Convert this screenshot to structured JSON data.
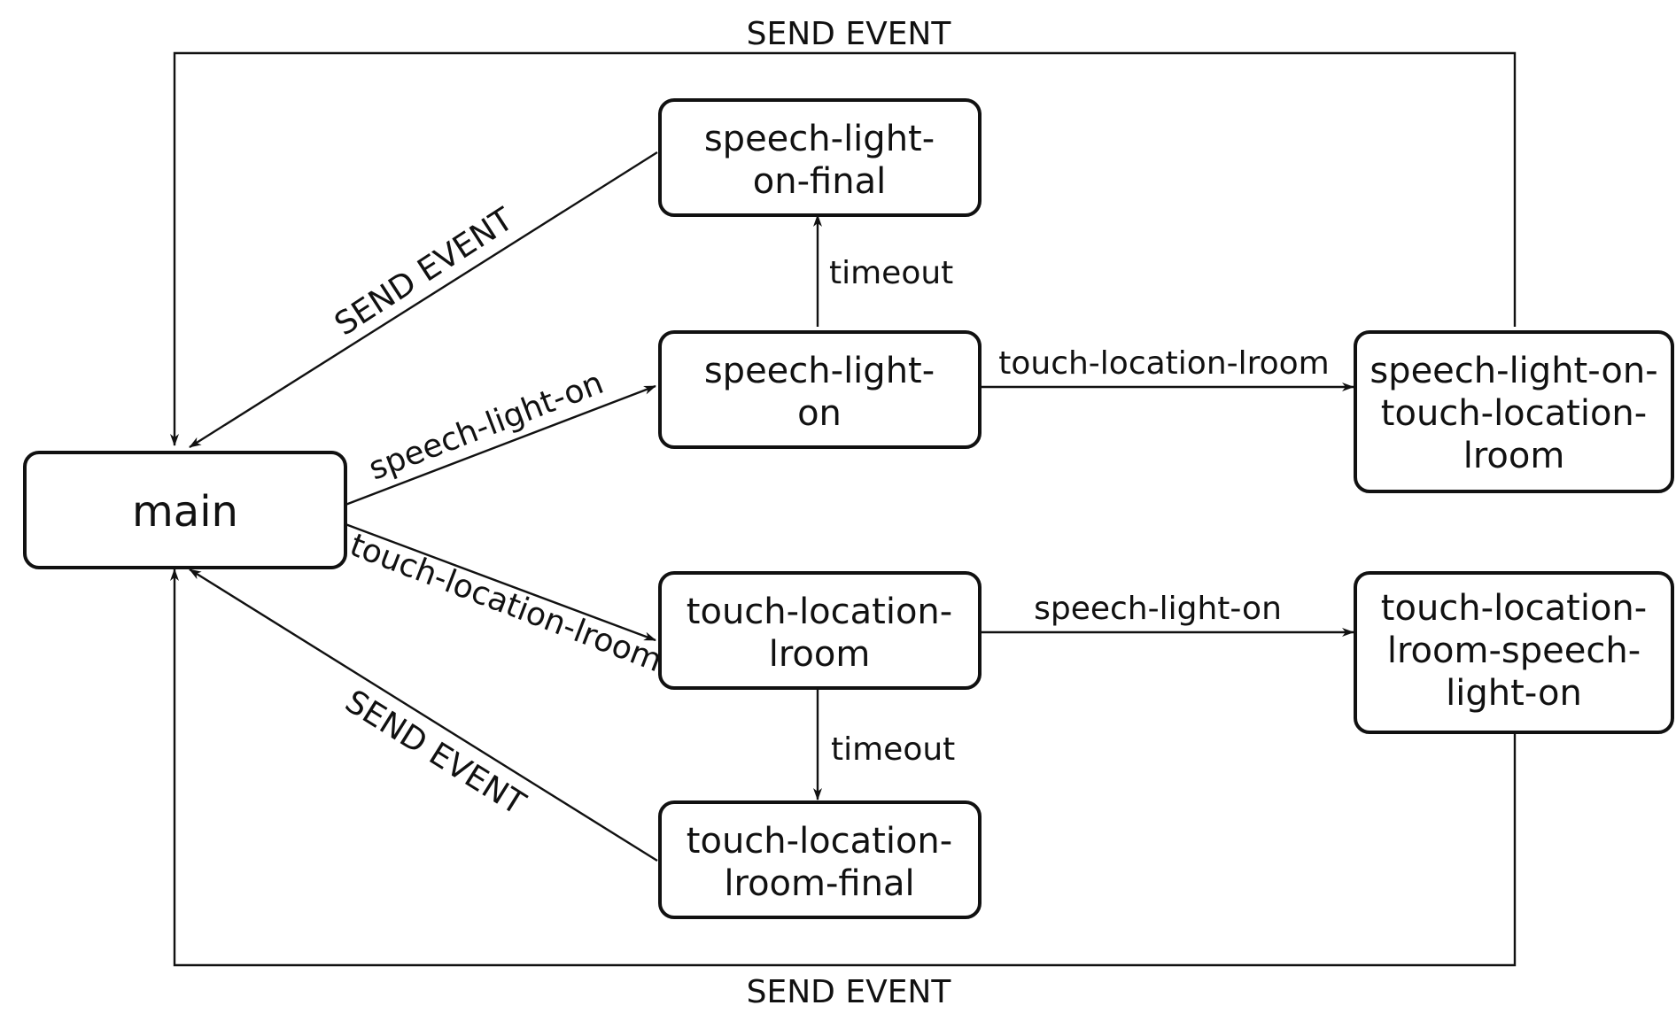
{
  "nodes": {
    "main": {
      "lines": [
        "main"
      ]
    },
    "speech_light_on_final": {
      "lines": [
        "speech-light-",
        "on-final"
      ]
    },
    "speech_light_on": {
      "lines": [
        "speech-light-",
        "on"
      ]
    },
    "speech_light_on_touch_location_lroom": {
      "lines": [
        "speech-light-on-",
        "touch-location-",
        "lroom"
      ]
    },
    "touch_location_lroom": {
      "lines": [
        "touch-location-",
        "lroom"
      ]
    },
    "touch_location_lroom_speech_light_on": {
      "lines": [
        "touch-location-",
        "lroom-speech-",
        "light-on"
      ]
    },
    "touch_location_lroom_final": {
      "lines": [
        "touch-location-",
        "lroom-final"
      ]
    }
  },
  "edges": {
    "main_to_speech_light_on": "speech-light-on",
    "main_to_touch_location_lroom": "touch-location-lroom",
    "speech_light_on_to_final": "timeout",
    "touch_location_lroom_to_final": "timeout",
    "speech_light_on_to_combined": "touch-location-lroom",
    "touch_location_lroom_to_combined": "speech-light-on",
    "speech_light_on_final_to_main": "SEND EVENT",
    "touch_location_lroom_final_to_main": "SEND EVENT",
    "top_loop_to_main": "SEND EVENT",
    "bottom_loop_to_main": "SEND EVENT"
  }
}
